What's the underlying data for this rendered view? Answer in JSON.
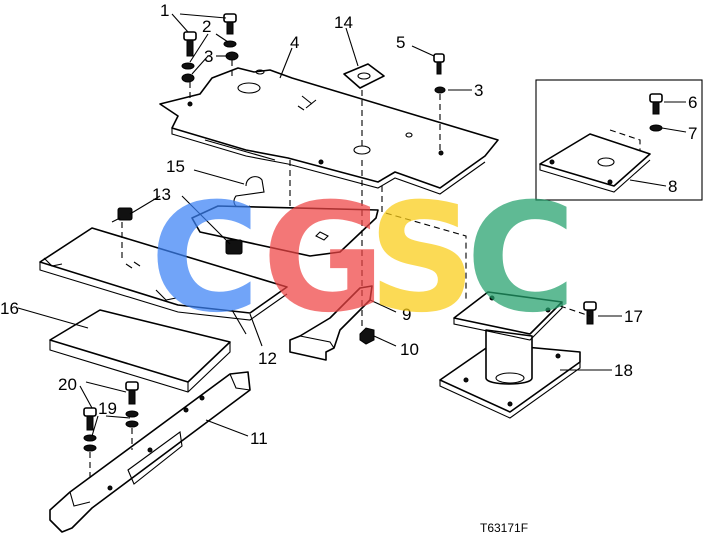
{
  "diagram": {
    "callouts": {
      "c1": "1",
      "c2": "2",
      "c3a": "3",
      "c3b": "3",
      "c4": "4",
      "c5": "5",
      "c6": "6",
      "c7": "7",
      "c8": "8",
      "c9": "9",
      "c10": "10",
      "c11": "11",
      "c12": "12",
      "c13": "13",
      "c14": "14",
      "c15": "15",
      "c16": "16",
      "c17": "17",
      "c18": "18",
      "c19": "19",
      "c20": "20"
    },
    "reference_code": "T63171F"
  },
  "watermark": {
    "letters": [
      "C",
      "G",
      "S",
      "C"
    ],
    "colors": [
      "#3b82f6",
      "#ef4444",
      "#facc15",
      "#22a06b"
    ]
  }
}
